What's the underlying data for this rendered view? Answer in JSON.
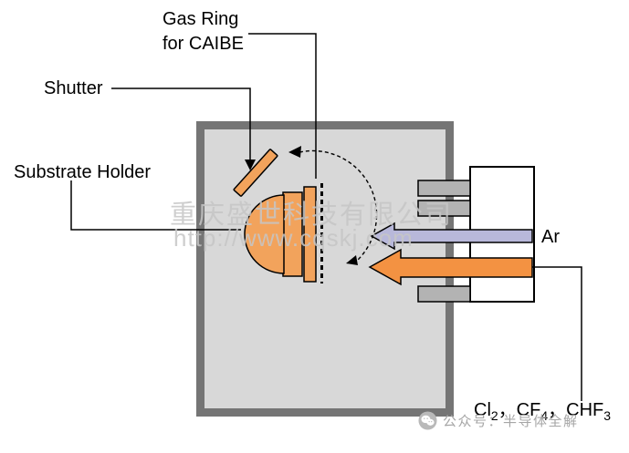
{
  "diagram": {
    "labels": {
      "gas_ring_line1": "Gas Ring",
      "gas_ring_line2": "for CAIBE",
      "shutter": "Shutter",
      "substrate_holder": "Substrate Holder",
      "ar": "Ar"
    },
    "gases": {
      "p0": "Cl",
      "s0": "2",
      "p1": "，CF",
      "s1": "4",
      "p2": "，CHF",
      "s2": "3"
    },
    "colors": {
      "chamber_wall": "#757575",
      "chamber_fill": "#d8d8d8",
      "holder_orange": "#f2a35c",
      "ar_beam": "#b8b8da",
      "gas_beam": "#f39242",
      "grid_gray": "#b3b3b3",
      "source_housing": "#ffffff",
      "outline": "#000000"
    }
  },
  "watermark": {
    "line1": "重庆盛世科技有限公司",
    "line2": "http://www.cqskj.com"
  },
  "footer": {
    "icon": "wechat-icon",
    "text": "公众号：半导体全解"
  }
}
